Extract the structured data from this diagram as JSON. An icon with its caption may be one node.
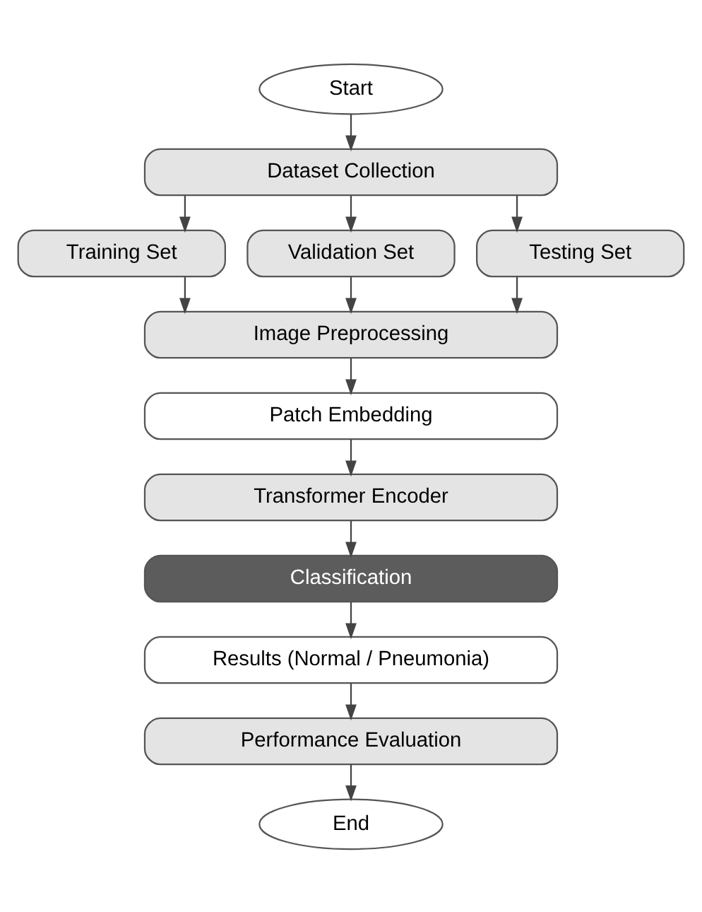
{
  "diagram": {
    "nodes": [
      {
        "text": [
          "Start"
        ]
      },
      {
        "text": [
          "Dataset Collection"
        ]
      },
      {
        "text": [
          "Training Set"
        ]
      },
      {
        "text": [
          "Validation Set"
        ]
      },
      {
        "text": [
          "Testing Set"
        ]
      },
      {
        "text": [
          "Image Preprocessing"
        ]
      },
      {
        "text": [
          "Patch Embedding"
        ]
      },
      {
        "text": [
          "Transformer Encoder"
        ]
      },
      {
        "text": [
          "Classification"
        ]
      },
      {
        "text": [
          "Results (Normal / Pneumonia)"
        ]
      },
      {
        "text": [
          "Performance Evaluation"
        ]
      },
      {
        "text": [
          "End"
        ]
      }
    ],
    "edges": [
      {
        "from": 0,
        "to": 1,
        "arrow": "to"
      },
      {
        "from": 1,
        "to": 2,
        "arrow": "to"
      },
      {
        "from": 1,
        "to": 3,
        "arrow": "to"
      },
      {
        "from": 1,
        "to": 4,
        "arrow": "to"
      },
      {
        "from": 2,
        "to": 5,
        "arrow": "to"
      },
      {
        "from": 3,
        "to": 5,
        "arrow": "to"
      },
      {
        "from": 4,
        "to": 5,
        "arrow": "to"
      },
      {
        "from": 5,
        "to": 6,
        "arrow": "to"
      },
      {
        "from": 6,
        "to": 7,
        "arrow": "to"
      },
      {
        "from": 7,
        "to": 8,
        "arrow": "to"
      },
      {
        "from": 8,
        "to": 9,
        "arrow": "to"
      },
      {
        "from": 9,
        "to": 10,
        "arrow": "to"
      },
      {
        "from": 10,
        "to": 11,
        "arrow": "to"
      }
    ]
  }
}
